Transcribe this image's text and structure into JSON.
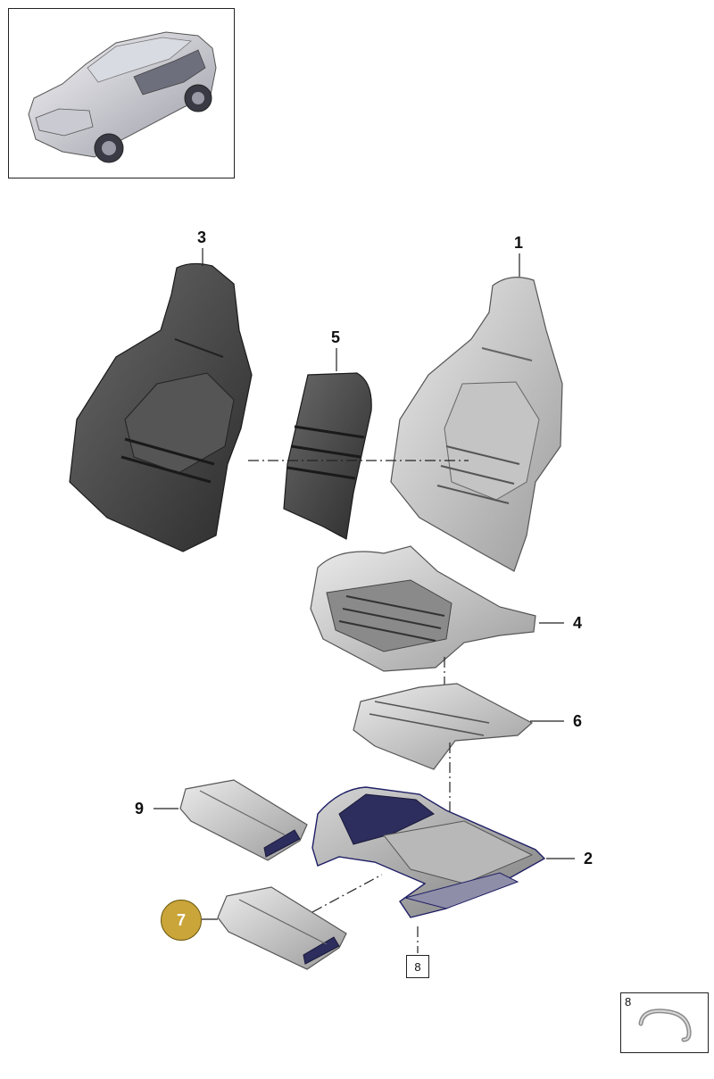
{
  "callouts": {
    "c1": "1",
    "c2": "2",
    "c3": "3",
    "c4": "4",
    "c5": "5",
    "c6": "6",
    "c7": "7",
    "c8_box": "8",
    "c8_detail": "8",
    "c9": "9"
  },
  "colors": {
    "highlight": "#c9a53a",
    "line": "#222222",
    "part_light": "#d9d9d9",
    "part_dark": "#4a4a4a"
  }
}
